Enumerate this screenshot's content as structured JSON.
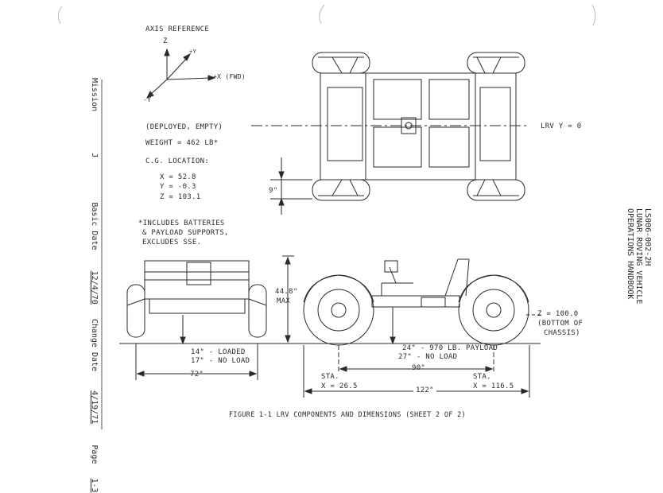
{
  "axis_reference": {
    "title": "AXIS REFERENCE",
    "z": "Z",
    "plus_y": "+Y",
    "x_fwd": "+X (FWD)",
    "minus_y": "-Y"
  },
  "specs": {
    "deployed": "(DEPLOYED, EMPTY)",
    "weight": "WEIGHT = 462 LB*",
    "cg_title": "C.G. LOCATION:",
    "cg_x": "X = 52.8",
    "cg_y": "Y = -0.3",
    "cg_z": "Z = 103.1"
  },
  "footnote": {
    "line1": "*INCLUDES BATTERIES",
    "line2": "& PAYLOAD SUPPORTS,",
    "line3": "EXCLUDES SSE."
  },
  "top_view": {
    "clearance": "9\"",
    "centerline": "LRV Y = 0"
  },
  "front_view": {
    "height": "44.8\"",
    "height_max": "MAX",
    "loaded": "14\" - LOADED",
    "no_load": "17\" - NO LOAD",
    "track": "72\""
  },
  "side_view": {
    "z_ref": "Z = 100.0",
    "z_ref_note1": "(BOTTOM OF",
    "z_ref_note2": "CHASSIS)",
    "payload": "24\" - 970 LB. PAYLOAD",
    "no_load": "27\" - NO LOAD",
    "wheelbase": "90\"",
    "sta_left": "STA.",
    "sta_left_x": "X = 26.5",
    "sta_right": "STA.",
    "sta_right_x": "X = 116.5",
    "overall": "122\""
  },
  "caption": "FIGURE 1-1  LRV COMPONENTS AND DIMENSIONS (SHEET 2 OF 2)",
  "sidebar": {
    "mission_label": "Mission",
    "mission_value": "J",
    "basic_date_label": "Basic Date",
    "basic_date_value": "12/4/70",
    "change_date_label": "Change Date",
    "change_date_value": "4/19/71",
    "page_label": "Page",
    "page_value": "1-3"
  },
  "handbook": {
    "doc_number": "LS006-002-2H",
    "title1": "LUNAR ROVING VEHICLE",
    "title2": "OPERATIONS HANDBOOK"
  },
  "colors": {
    "ink": "#2a2a2a",
    "paper": "#ffffff"
  }
}
